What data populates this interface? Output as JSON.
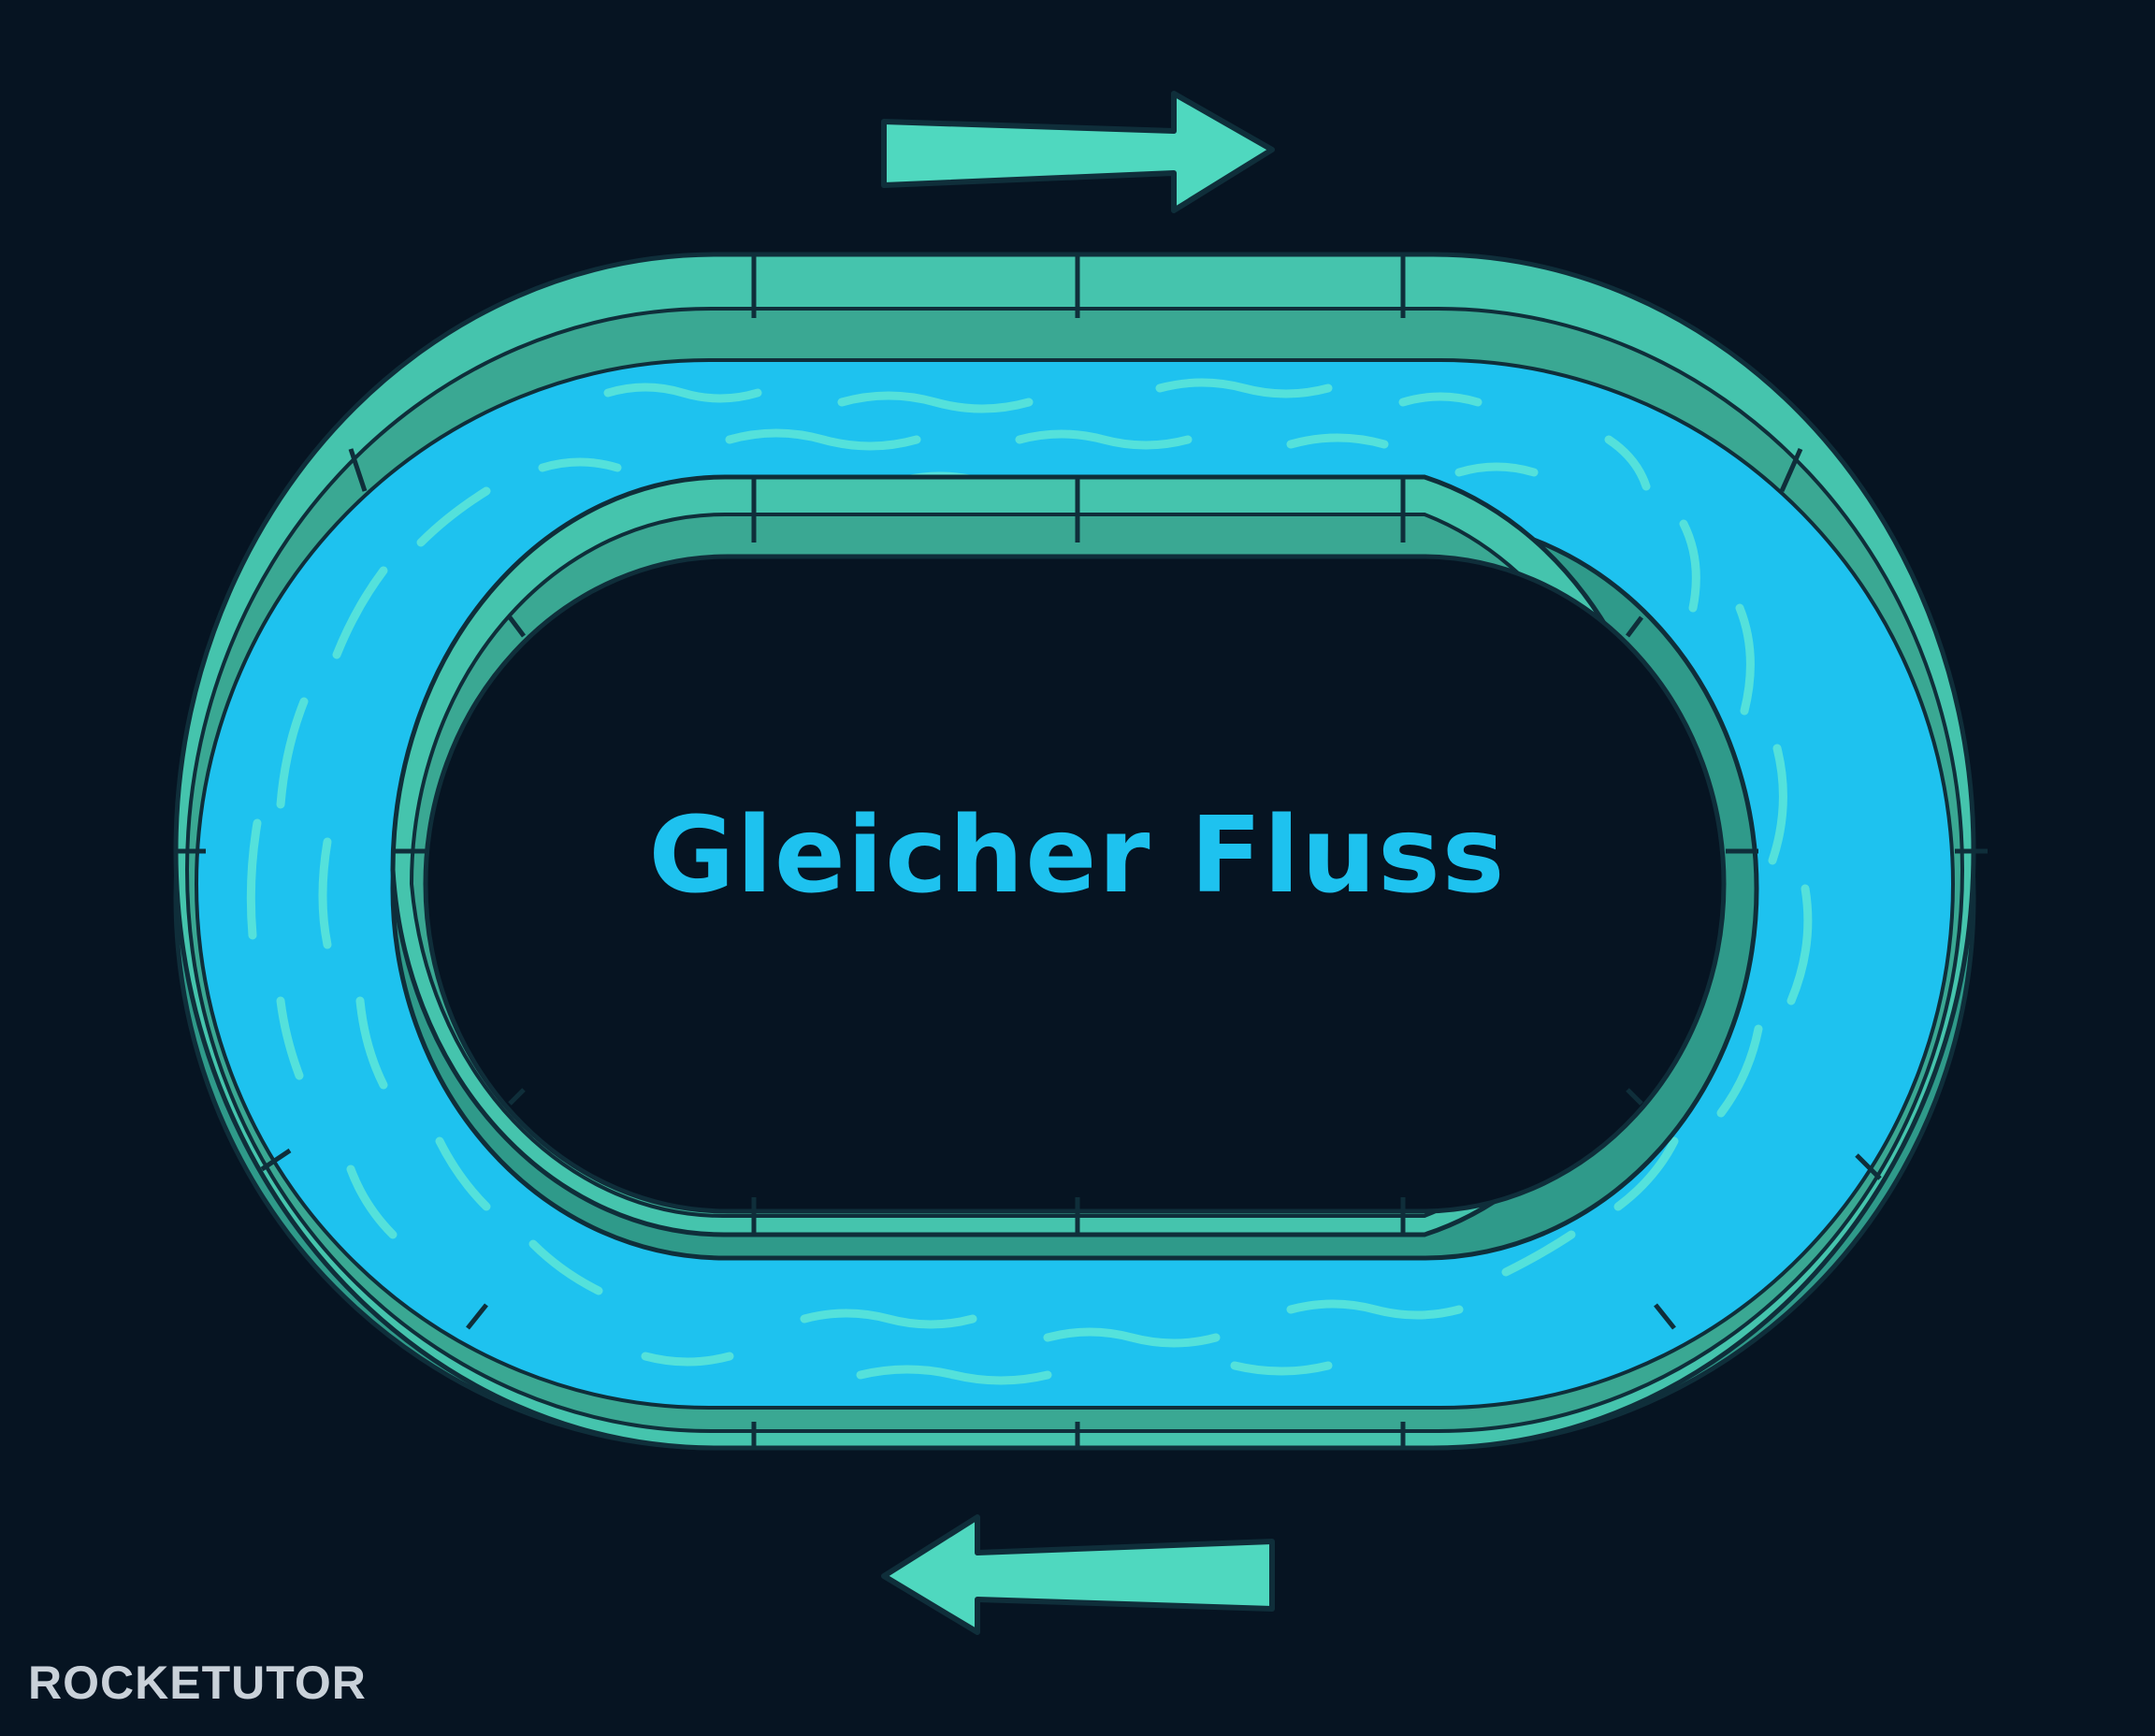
{
  "diagram": {
    "center_label": "Gleicher Fluss",
    "logo_text": "ROCKETUTOR",
    "flow_direction": "clockwise",
    "arrows": [
      {
        "name": "top-arrow",
        "direction": "right"
      },
      {
        "name": "bottom-arrow",
        "direction": "left"
      }
    ],
    "colors": {
      "background": "#061422",
      "water": "#1ec2ef",
      "water_highlight": "#5ee7d8",
      "wall": "#3fb8a3",
      "wall_light": "#5ad8c3",
      "arrow": "#4fd8bf",
      "outline": "#0f2e3a",
      "label": "#1ec2ef"
    }
  }
}
